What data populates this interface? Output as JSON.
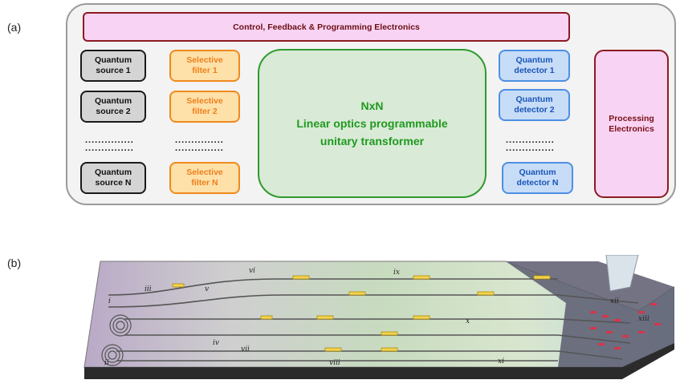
{
  "panel_labels": {
    "a": "(a)",
    "b": "(b)"
  },
  "panel_a": {
    "control_label": "Control, Feedback & Programming Electronics",
    "sources": [
      {
        "line1": "Quantum",
        "line2": "source 1"
      },
      {
        "line1": "Quantum",
        "line2": "source 2"
      },
      {
        "line1": "Quantum",
        "line2": "source N"
      }
    ],
    "filters": [
      {
        "line1": "Selective",
        "line2": "filter 1"
      },
      {
        "line1": "Selective",
        "line2": "filter 2"
      },
      {
        "line1": "Selective",
        "line2": "filter N"
      }
    ],
    "unitary": {
      "line1": "NxN",
      "line2": "Linear optics programmable",
      "line3": "unitary transformer"
    },
    "detectors": [
      {
        "line1": "Quantum",
        "line2": "detector 1"
      },
      {
        "line1": "Quantum",
        "line2": "detector 2"
      },
      {
        "line1": "Quantum",
        "line2": "detector N"
      }
    ],
    "processing": {
      "line1": "Processing",
      "line2": "Electronics"
    },
    "ellipsis": "...............",
    "colors": {
      "control_fill": "#f9d3f3",
      "control_border": "#8c1a22",
      "source_border": "#1a1a1a",
      "filter_border": "#f08a1c",
      "unitary_border": "#2f9a2f",
      "detector_border": "#4d8fe4"
    }
  },
  "panel_b": {
    "labels": {
      "i": "i",
      "ii": "ii",
      "iii": "iii",
      "iv": "iv",
      "v": "v",
      "vi": "vi",
      "vii": "vii",
      "viii": "viii",
      "ix": "ix",
      "x": "x",
      "xi": "xi",
      "xii": "xii",
      "xiii": "xiii"
    }
  }
}
